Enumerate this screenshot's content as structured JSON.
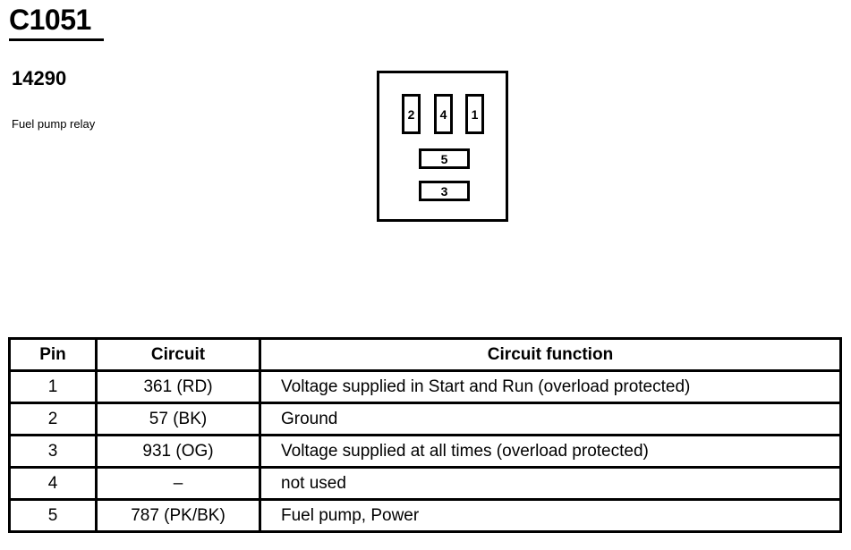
{
  "header": {
    "connector_id": "C1051",
    "part_number": "14290",
    "description": "Fuel pump relay"
  },
  "connector": {
    "pins_top": [
      "2",
      "4",
      "1"
    ],
    "pins_bottom": [
      "5",
      "3"
    ]
  },
  "table": {
    "headers": [
      "Pin",
      "Circuit",
      "Circuit function"
    ],
    "rows": [
      {
        "pin": "1",
        "circuit": "361 (RD)",
        "function": "Voltage supplied in Start and Run (overload protected)"
      },
      {
        "pin": "2",
        "circuit": "57 (BK)",
        "function": "Ground"
      },
      {
        "pin": "3",
        "circuit": "931 (OG)",
        "function": "Voltage supplied at all times (overload protected)"
      },
      {
        "pin": "4",
        "circuit": "–",
        "function": "not used"
      },
      {
        "pin": "5",
        "circuit": "787 (PK/BK)",
        "function": "Fuel pump, Power"
      }
    ]
  }
}
